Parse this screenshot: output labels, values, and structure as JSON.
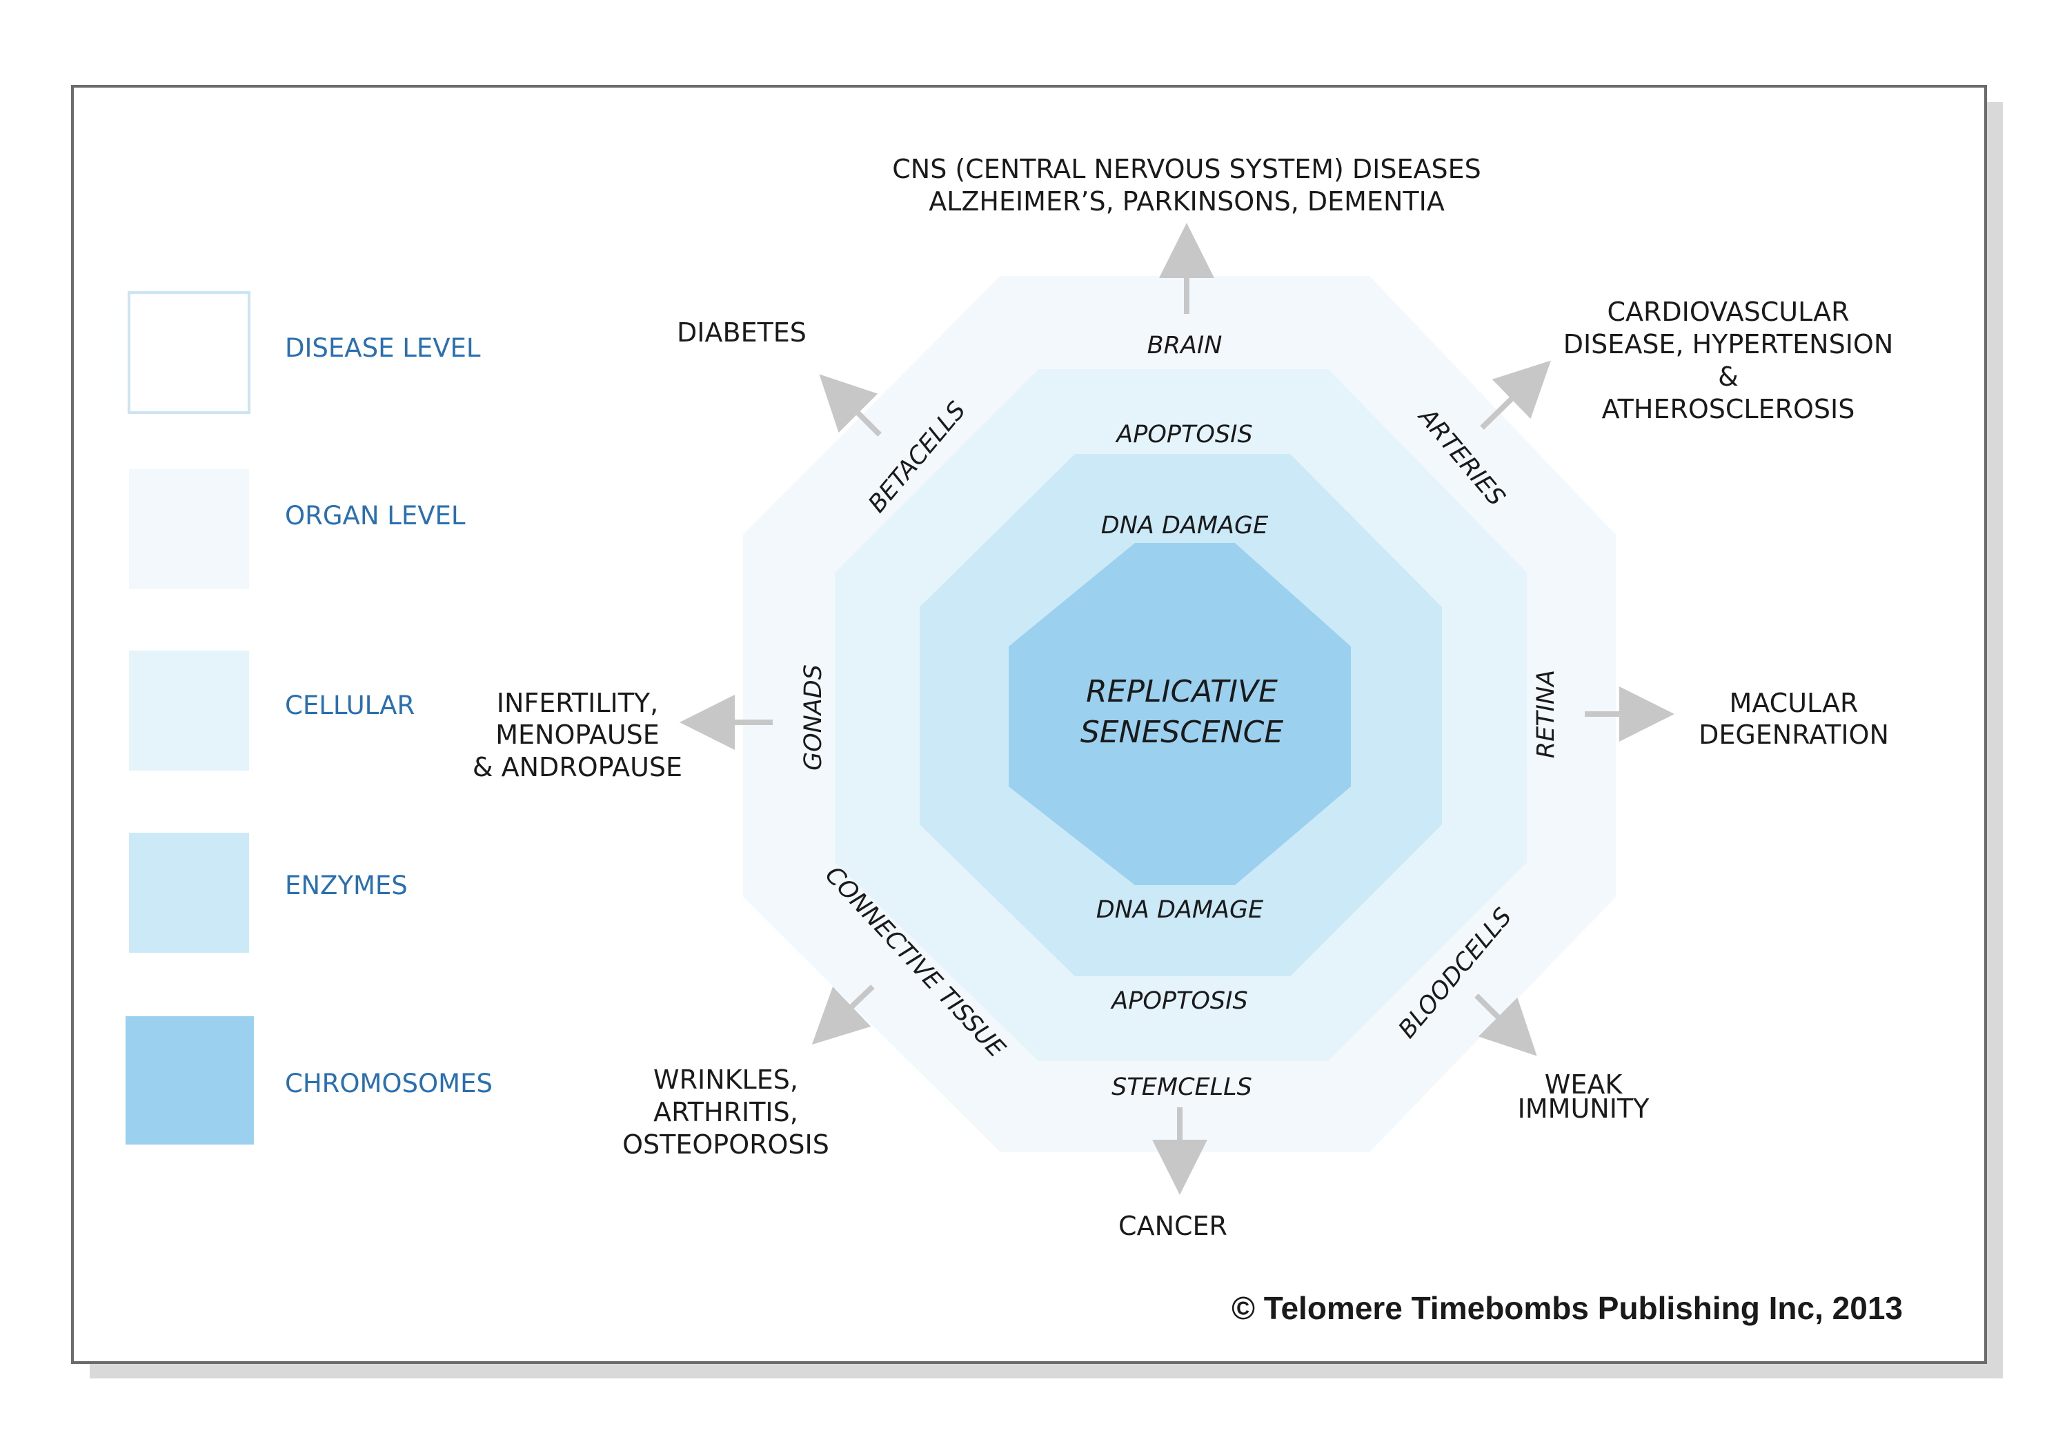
{
  "legend": [
    {
      "label": "DISEASE LEVEL",
      "color": "#ffffff",
      "border": "#cfe4f3"
    },
    {
      "label": "ORGAN LEVEL",
      "color": "#f3f8fc"
    },
    {
      "label": "CELLULAR",
      "color": "#e5f3fb"
    },
    {
      "label": "ENZYMES",
      "color": "#cce9f8"
    },
    {
      "label": "CHROMOSOMES",
      "color": "#9bd0ef"
    }
  ],
  "center": {
    "line1": "REPLICATIVE",
    "line2": "SENESCENCE"
  },
  "enzymes": {
    "top": "DNA DAMAGE",
    "bottom": "DNA DAMAGE"
  },
  "cellular": {
    "top": "APOPTOSIS",
    "bottom": "APOPTOSIS"
  },
  "organs": {
    "brain": "BRAIN",
    "arteries": "ARTERIES",
    "retina": "RETINA",
    "bloodcells": "BLOODCELLS",
    "stemcells": "STEMCELLS",
    "connective": "CONNECTIVE TISSUE",
    "gonads": "GONADS",
    "betacells": "BETACELLS"
  },
  "diseases": {
    "cns": [
      "CNS (CENTRAL NERVOUS SYSTEM) DISEASES",
      "ALZHEIMER’S, PARKINSONS, DEMENTIA"
    ],
    "cardio": [
      "CARDIOVASCULAR",
      "DISEASE, HYPERTENSION",
      "&",
      "ATHEROSCLEROSIS"
    ],
    "macular": [
      "MACULAR",
      "DEGENRATION"
    ],
    "immunity": [
      "WEAK",
      "IMMUNITY"
    ],
    "cancer": [
      "CANCER"
    ],
    "wrinkles": [
      "WRINKLES,",
      "ARTHRITIS,",
      "OSTEOPOROSIS"
    ],
    "infertility": [
      "INFERTILITY,",
      "MENOPAUSE",
      "& ANDROPAUSE"
    ],
    "diabetes": [
      "DIABETES"
    ]
  },
  "copyright": "©  Telomere Timebombs Publishing Inc, 2013",
  "colors": {
    "frame": "#6b6b6b",
    "shadow": "#d6d6d6",
    "arrow": "#c7c7c7",
    "legend_text": "#2a6fb0",
    "organ": "#f3f8fc",
    "cellular": "#e5f3fb",
    "enzymes": "#cce9f8",
    "chromosomes": "#9bd0ef"
  }
}
